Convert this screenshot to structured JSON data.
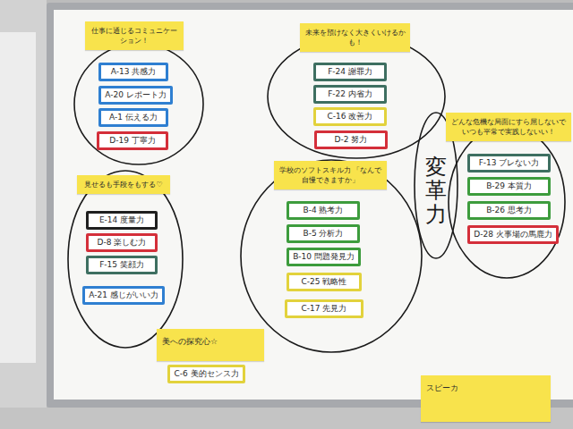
{
  "diagram": {
    "nodes": [
      {
        "text": [
          "仕事に通じるコミュニケーション！"
        ]
      },
      {
        "text": [
          "A-13 共感力"
        ],
        "in": 0
      },
      {
        "text": [
          "A-20 レポート力"
        ],
        "in": 0
      },
      {
        "text": [
          "A-1 伝える力"
        ],
        "in": 0
      },
      {
        "text": [
          "D-19 丁寧力"
        ],
        "in": 0
      },
      {
        "text": [
          "未来を預けなく大きくいけるかも！"
        ]
      },
      {
        "text": [
          "F-24 謝罪力"
        ],
        "in": 5
      },
      {
        "text": [
          "F-22 内省力"
        ],
        "in": 5
      },
      {
        "text": [
          "C-16 改善力"
        ],
        "in": 5
      },
      {
        "text": [
          "D-2 努力"
        ],
        "in": 5
      },
      {
        "text": [
          "変革力"
        ]
      },
      {
        "text": [
          "どんな危機な局面にすら屈しないで いつも平常で実践しないい！"
        ]
      },
      {
        "text": [
          "F-13 ブレない力"
        ],
        "in": 11
      },
      {
        "text": [
          "B-29 本質力"
        ],
        "in": 11
      },
      {
        "text": [
          "B-26 思考力"
        ],
        "in": 11
      },
      {
        "text": [
          "D-28 火事場の馬鹿力"
        ],
        "in": 11
      },
      {
        "text": [
          "見せるも手段をもする♡"
        ]
      },
      {
        "text": [
          "E-14 度量力"
        ],
        "in": 16
      },
      {
        "text": [
          "D-8 楽しむ力"
        ],
        "in": 16
      },
      {
        "text": [
          "F-15 笑顔力"
        ],
        "in": 16
      },
      {
        "text": [
          "A-21 感じがいい力"
        ],
        "in": 16
      },
      {
        "text": [
          "学校のソフトスキル力 「なんで自慢できますか」"
        ]
      },
      {
        "text": [
          "B-4 熟考力"
        ],
        "in": 21
      },
      {
        "text": [
          "B-5 分析力"
        ],
        "in": 21
      },
      {
        "text": [
          "B-10 問題発見力"
        ],
        "in": 21
      },
      {
        "text": [
          "C-25 戦略性"
        ],
        "in": 21
      },
      {
        "text": [
          "C-17 先見力"
        ],
        "in": 21
      },
      {
        "text": [
          "美への探究心☆"
        ]
      },
      {
        "text": [
          "C-6 美的センス力"
        ]
      },
      {
        "text": [
          "スピーカ"
        ]
      }
    ]
  }
}
